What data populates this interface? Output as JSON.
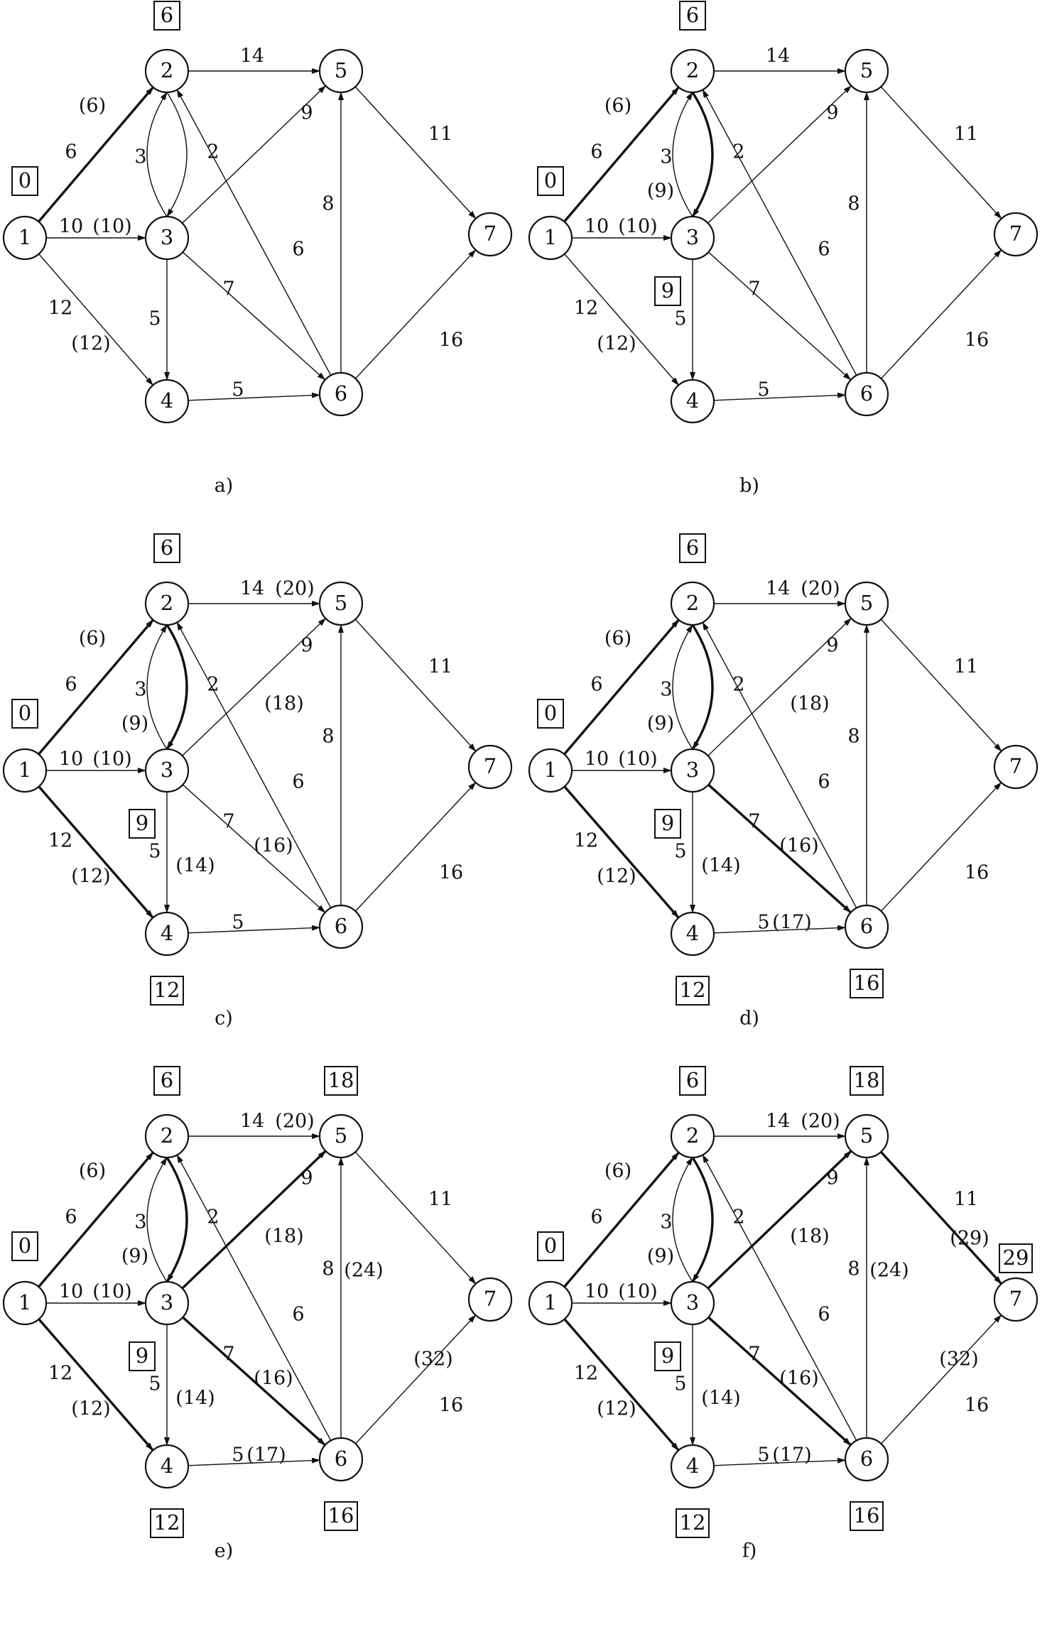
{
  "captions": [
    "a)",
    "b)",
    "c)",
    "d)",
    "e)",
    "f)"
  ],
  "nodes": [
    "1",
    "2",
    "3",
    "4",
    "5",
    "6",
    "7"
  ],
  "edges": [
    {
      "id": "1-2",
      "weight": "6"
    },
    {
      "id": "1-3",
      "weight": "10"
    },
    {
      "id": "1-4",
      "weight": "12"
    },
    {
      "id": "2-5",
      "weight": "14"
    },
    {
      "id": "2-3",
      "weight": "3"
    },
    {
      "id": "3-2",
      "weight": "2"
    },
    {
      "id": "3-5",
      "weight": "9"
    },
    {
      "id": "3-4",
      "weight": "5"
    },
    {
      "id": "3-6",
      "weight": "7"
    },
    {
      "id": "4-6",
      "weight": "5"
    },
    {
      "id": "6-2",
      "weight": "6"
    },
    {
      "id": "6-5",
      "weight": "8"
    },
    {
      "id": "5-7",
      "weight": "11"
    },
    {
      "id": "6-7",
      "weight": "16"
    }
  ],
  "panels": [
    {
      "caption": "a)",
      "marks": {
        "1": "0",
        "2": "6"
      },
      "bold": [
        "1-2"
      ],
      "tentative": {
        "1-2": "(6)",
        "1-3": "(10)",
        "1-4": "(12)"
      }
    },
    {
      "caption": "b)",
      "marks": {
        "1": "0",
        "2": "6",
        "3": "9"
      },
      "bold": [
        "1-2",
        "2-3"
      ],
      "tentative": {
        "1-2": "(6)",
        "1-3": "(10)",
        "1-4": "(12)",
        "2-3": "(9)"
      }
    },
    {
      "caption": "c)",
      "marks": {
        "1": "0",
        "2": "6",
        "3": "9",
        "4": "12"
      },
      "bold": [
        "1-2",
        "2-3",
        "1-4"
      ],
      "tentative": {
        "1-2": "(6)",
        "1-3": "(10)",
        "1-4": "(12)",
        "2-3": "(9)",
        "2-5": "(20)",
        "3-5": "(18)",
        "3-4": "(14)",
        "3-6": "(16)"
      }
    },
    {
      "caption": "d)",
      "marks": {
        "1": "0",
        "2": "6",
        "3": "9",
        "4": "12",
        "6": "16"
      },
      "bold": [
        "1-2",
        "2-3",
        "1-4",
        "3-6"
      ],
      "tentative": {
        "1-2": "(6)",
        "1-3": "(10)",
        "1-4": "(12)",
        "2-3": "(9)",
        "2-5": "(20)",
        "3-5": "(18)",
        "3-4": "(14)",
        "3-6": "(16)",
        "4-6": "(17)"
      }
    },
    {
      "caption": "e)",
      "marks": {
        "1": "0",
        "2": "6",
        "3": "9",
        "4": "12",
        "6": "16",
        "5": "18"
      },
      "bold": [
        "1-2",
        "2-3",
        "1-4",
        "3-6",
        "3-5"
      ],
      "tentative": {
        "1-2": "(6)",
        "1-3": "(10)",
        "1-4": "(12)",
        "2-3": "(9)",
        "2-5": "(20)",
        "3-5": "(18)",
        "3-4": "(14)",
        "3-6": "(16)",
        "4-6": "(17)",
        "6-5": "(24)",
        "6-7": "(32)"
      }
    },
    {
      "caption": "f)",
      "marks": {
        "1": "0",
        "2": "6",
        "3": "9",
        "4": "12",
        "6": "16",
        "5": "18",
        "7": "29"
      },
      "bold": [
        "1-2",
        "2-3",
        "1-4",
        "3-6",
        "3-5",
        "5-7"
      ],
      "tentative": {
        "1-2": "(6)",
        "1-3": "(10)",
        "1-4": "(12)",
        "2-3": "(9)",
        "2-5": "(20)",
        "3-5": "(18)",
        "3-4": "(14)",
        "3-6": "(16)",
        "4-6": "(17)",
        "6-5": "(24)",
        "6-7": "(32)",
        "5-7": "(29)"
      }
    }
  ]
}
